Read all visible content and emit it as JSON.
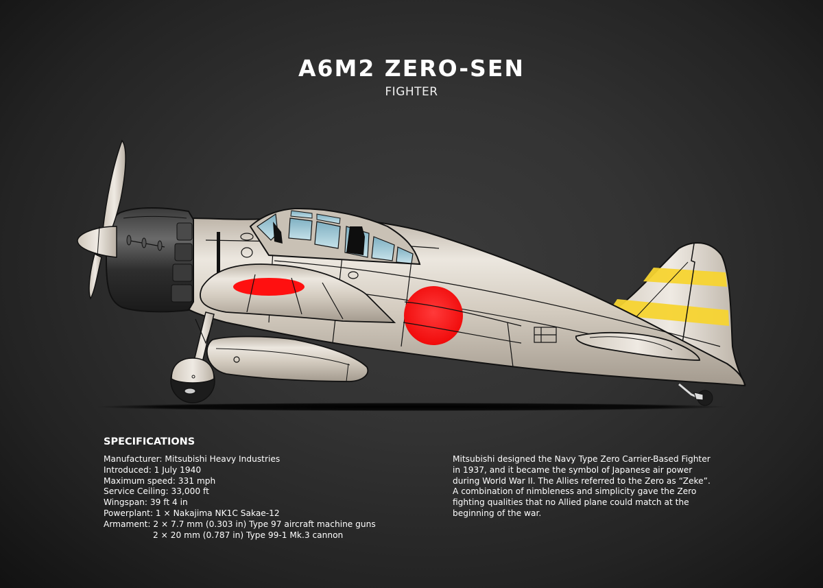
{
  "header": {
    "title": "A6M2 ZERO-SEN",
    "subtitle": "FIGHTER"
  },
  "aircraft": {
    "name": "A6M2 Zero-Sen side profile illustration",
    "colors": {
      "background_center": "#3b3b3b",
      "background_edge": "#101010",
      "fuselage": "#d8d0c4",
      "cowling": "#2a2a2a",
      "hinomaru": "#ff1010",
      "tail_stripes": "#f7d430",
      "canopy_glass": "#a9cfdc",
      "outline": "#111111"
    },
    "markings": [
      "hinomaru-fuselage",
      "hinomaru-wing",
      "yellow-tail-stripe-1",
      "yellow-tail-stripe-2"
    ]
  },
  "specifications": {
    "heading": "SPECIFICATIONS",
    "lines": [
      "Manufacturer: Mitsubishi Heavy Industries",
      "Introduced: 1 July 1940",
      "Maximum speed: 331 mph",
      "Service Ceiling: 33,000 ft",
      "Wingspan: 39 ft 4 in",
      "Powerplant: 1 × Nakajima NK1C Sakae-12",
      "Armament: 2 × 7.7 mm (0.303 in) Type 97 aircraft machine guns"
    ],
    "armament_continued": "2 × 20 mm (0.787 in) Type 99-1 Mk.3 cannon"
  },
  "description": {
    "text": "Mitsubishi designed the Navy Type Zero Carrier-Based Fighter in 1937, and it became the symbol of Japanese air power during World War II.  The Allies referred to the Zero as “Zeke”.  A combination of nimbleness and simplicity gave the Zero fighting qualities that no Allied plane could match at the beginning of the war."
  }
}
